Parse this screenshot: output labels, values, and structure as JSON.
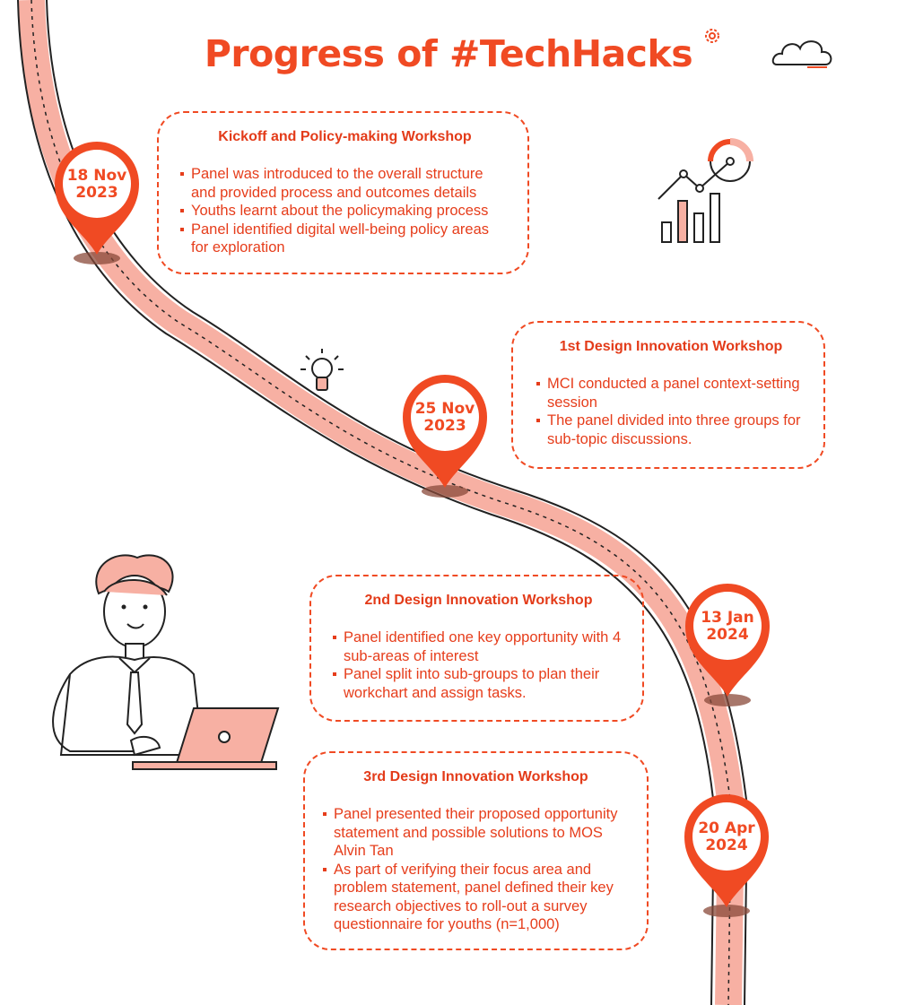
{
  "title": "Progress of #TechHacks",
  "colors": {
    "accent": "#f04a23",
    "road_fill": "#f7b0a3",
    "line": "#222222"
  },
  "milestones": [
    {
      "date_line1": "18 Nov",
      "date_line2": "2023",
      "heading": "Kickoff and Policy-making Workshop",
      "bullets": [
        "Panel was introduced to the overall structure and provided process and outcomes details",
        "Youths learnt about the policymaking process",
        "Panel identified digital well-being policy areas for exploration"
      ]
    },
    {
      "date_line1": "25 Nov",
      "date_line2": "2023",
      "heading": "1st Design Innovation Workshop",
      "bullets": [
        "MCI conducted a panel context-setting session",
        "The panel divided into three groups for sub-topic discussions."
      ]
    },
    {
      "date_line1": "13 Jan",
      "date_line2": "2024",
      "heading": "2nd Design Innovation Workshop",
      "bullets": [
        "Panel identified one key opportunity with 4 sub-areas of interest",
        "Panel split into sub-groups to plan their workchart and assign tasks."
      ]
    },
    {
      "date_line1": "20 Apr",
      "date_line2": "2024",
      "heading": "3rd Design Innovation Workshop",
      "bullets": [
        "Panel presented their proposed opportunity statement and possible solutions to MOS Alvin Tan",
        "As part of verifying their focus area and problem statement, panel defined their key research objectives to roll-out a survey questionnaire for youths (n=1,000)"
      ]
    }
  ],
  "icons": [
    "gear-icon",
    "cloud-icon",
    "chart-icon",
    "lightbulb-icon",
    "person-with-laptop-illustration",
    "map-pin-icon"
  ]
}
